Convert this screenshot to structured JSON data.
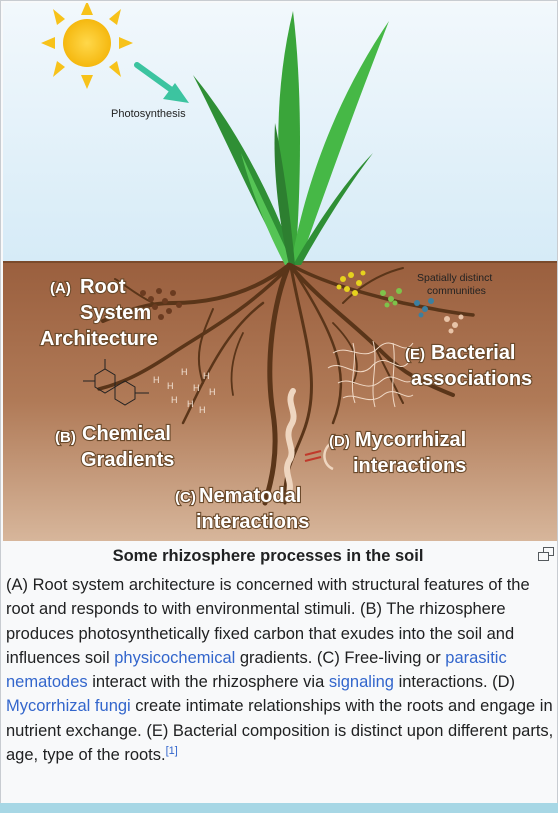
{
  "figure": {
    "labels": {
      "photosynthesis": "Photosynthesis",
      "spatial_1": "Spatially distinct",
      "spatial_2": "communities",
      "root_prefix": "(A)",
      "root_1": "Root",
      "root_2": "System",
      "root_3": "Architecture",
      "bact_prefix": "(E)",
      "bact_1": "Bacterial",
      "bact_2": "associations",
      "chem_prefix": "(B)",
      "chem_1": "Chemical",
      "chem_2": "Gradients",
      "myco_prefix": "(D)",
      "myco_1": "Mycorrhizal",
      "myco_2": "interactions",
      "nema_prefix": "(C)",
      "nema_1": "Nematodal",
      "nema_2": "interactions"
    },
    "colors": {
      "sky": "#e3f1fa",
      "soil": "#a0694a",
      "root": "#5a3519",
      "leaf": "#3aa53a",
      "sun": "#f7c21a"
    }
  },
  "caption": {
    "title": "Some rhizosphere processes in the soil",
    "p1": "(A) Root system architecture is concerned with structural features of the root and responds to with environmental stimuli. (B) The rhizosphere produces photosynthetically fixed carbon that exudes into the soil and influences soil ",
    "link1": "physicochemical",
    "p2": " gradients. (C) Free-living or ",
    "link2": "parasitic nematodes",
    "p3": " interact with the rhizosphere via ",
    "link3": "signaling",
    "p4": " interactions. (D) ",
    "link4": "Mycorrhizal fungi",
    "p5": " create intimate relationships with the roots and engage in nutrient exchange. (E) Bacterial composition is distinct upon different parts, age, type of the roots.",
    "ref": "[1]"
  }
}
